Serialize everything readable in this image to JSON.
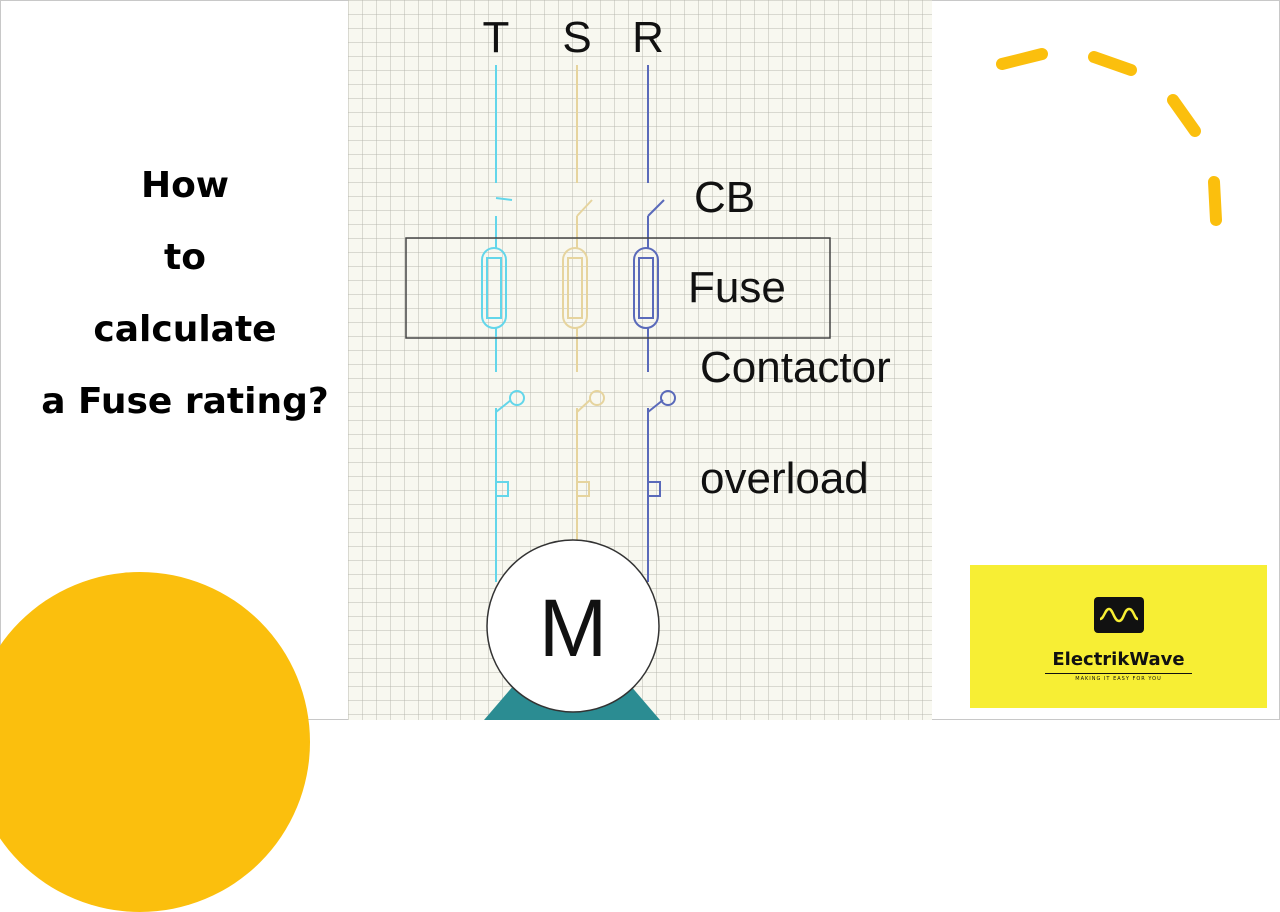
{
  "title": {
    "line1": "How",
    "line2": "to",
    "line3": "calculate",
    "line4": "a Fuse rating?"
  },
  "diagram": {
    "phases": [
      "T",
      "S",
      "R"
    ],
    "labels": {
      "cb": "CB",
      "fuse": "Fuse",
      "contactor": "Contactor",
      "overload": "overload",
      "motor": "M"
    }
  },
  "logo": {
    "name": "ElectrikWave",
    "tagline": "MAKING IT EASY FOR YOU"
  },
  "colors": {
    "accent_yellow": "#fbbf0d",
    "logo_bg": "#f7ee34",
    "phase_t": "#63d6ea",
    "phase_s": "#e6d49e",
    "phase_r": "#5a6aba",
    "motor_base": "#2b8c92"
  }
}
